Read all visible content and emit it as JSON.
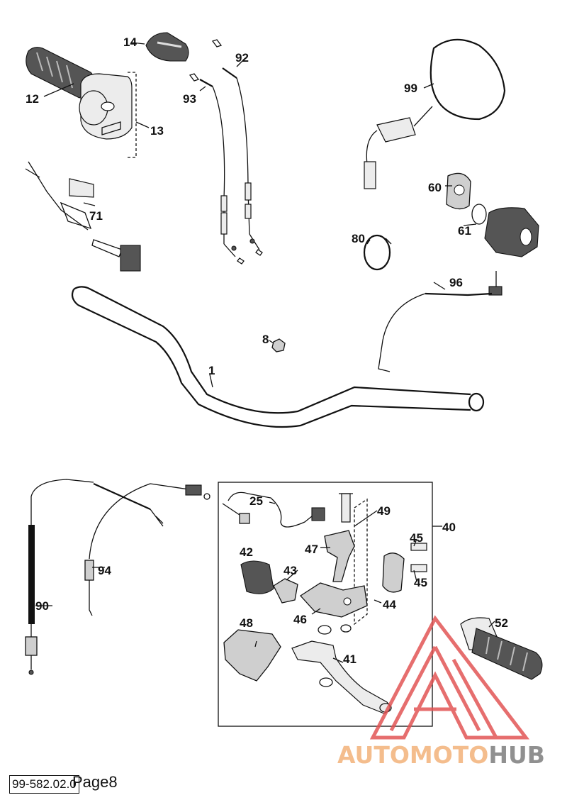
{
  "callouts": {
    "c1": "1",
    "c8": "8",
    "c12": "12",
    "c13": "13",
    "c14": "14",
    "c25": "25",
    "c40": "40",
    "c41": "41",
    "c42": "42",
    "c43": "43",
    "c44": "44",
    "c45a": "45",
    "c45b": "45",
    "c46": "46",
    "c47": "47",
    "c48": "48",
    "c49": "49",
    "c52": "52",
    "c60": "60",
    "c61": "61",
    "c71": "71",
    "c80": "80",
    "c90": "90",
    "c92": "92",
    "c93": "93",
    "c94": "94",
    "c96": "96",
    "c99": "99"
  },
  "watermark": {
    "part1": "AUTOMOTO",
    "part2": "HUB",
    "color1": "#f3b27a",
    "color2": "#7d7d7d",
    "triangle_color": "#e25555"
  },
  "footer": {
    "code": "99-582.02.0",
    "page": "Page8"
  }
}
